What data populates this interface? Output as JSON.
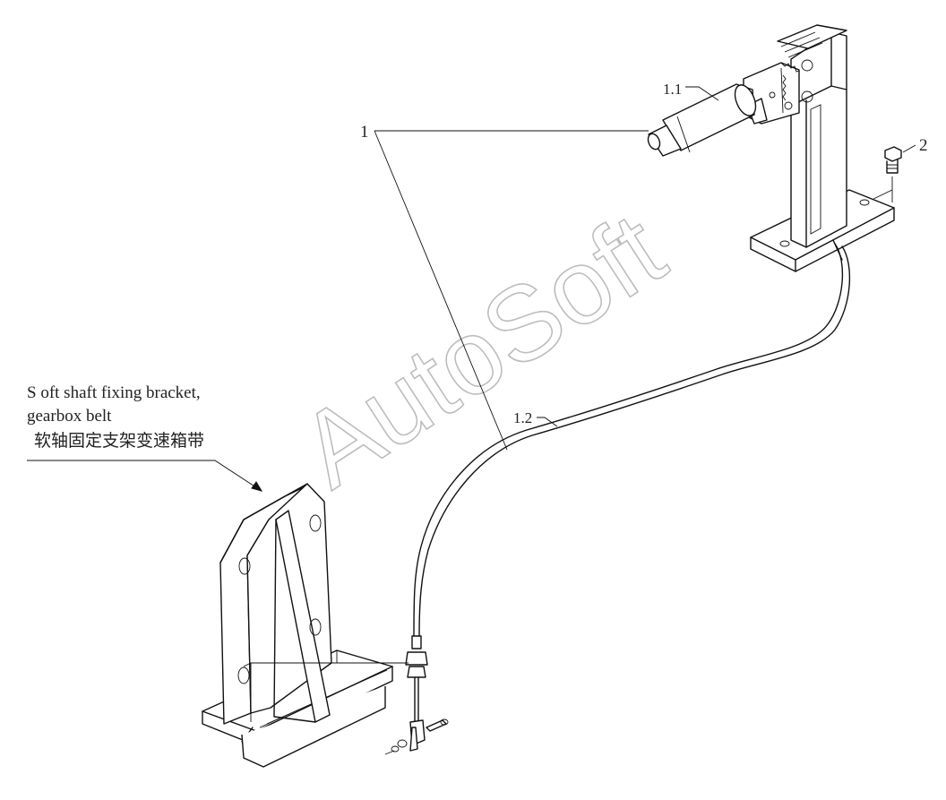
{
  "figure": {
    "callouts": {
      "item_1": "1",
      "item_1_1": "1.1",
      "item_1_2": "1.2",
      "item_2": "2"
    },
    "note": {
      "line1": "S oft  shaft  fixing  bracket,",
      "line2": "gearbox belt",
      "line3": "软轴固定支架变速箱带"
    },
    "watermark": "AutoSoft"
  }
}
